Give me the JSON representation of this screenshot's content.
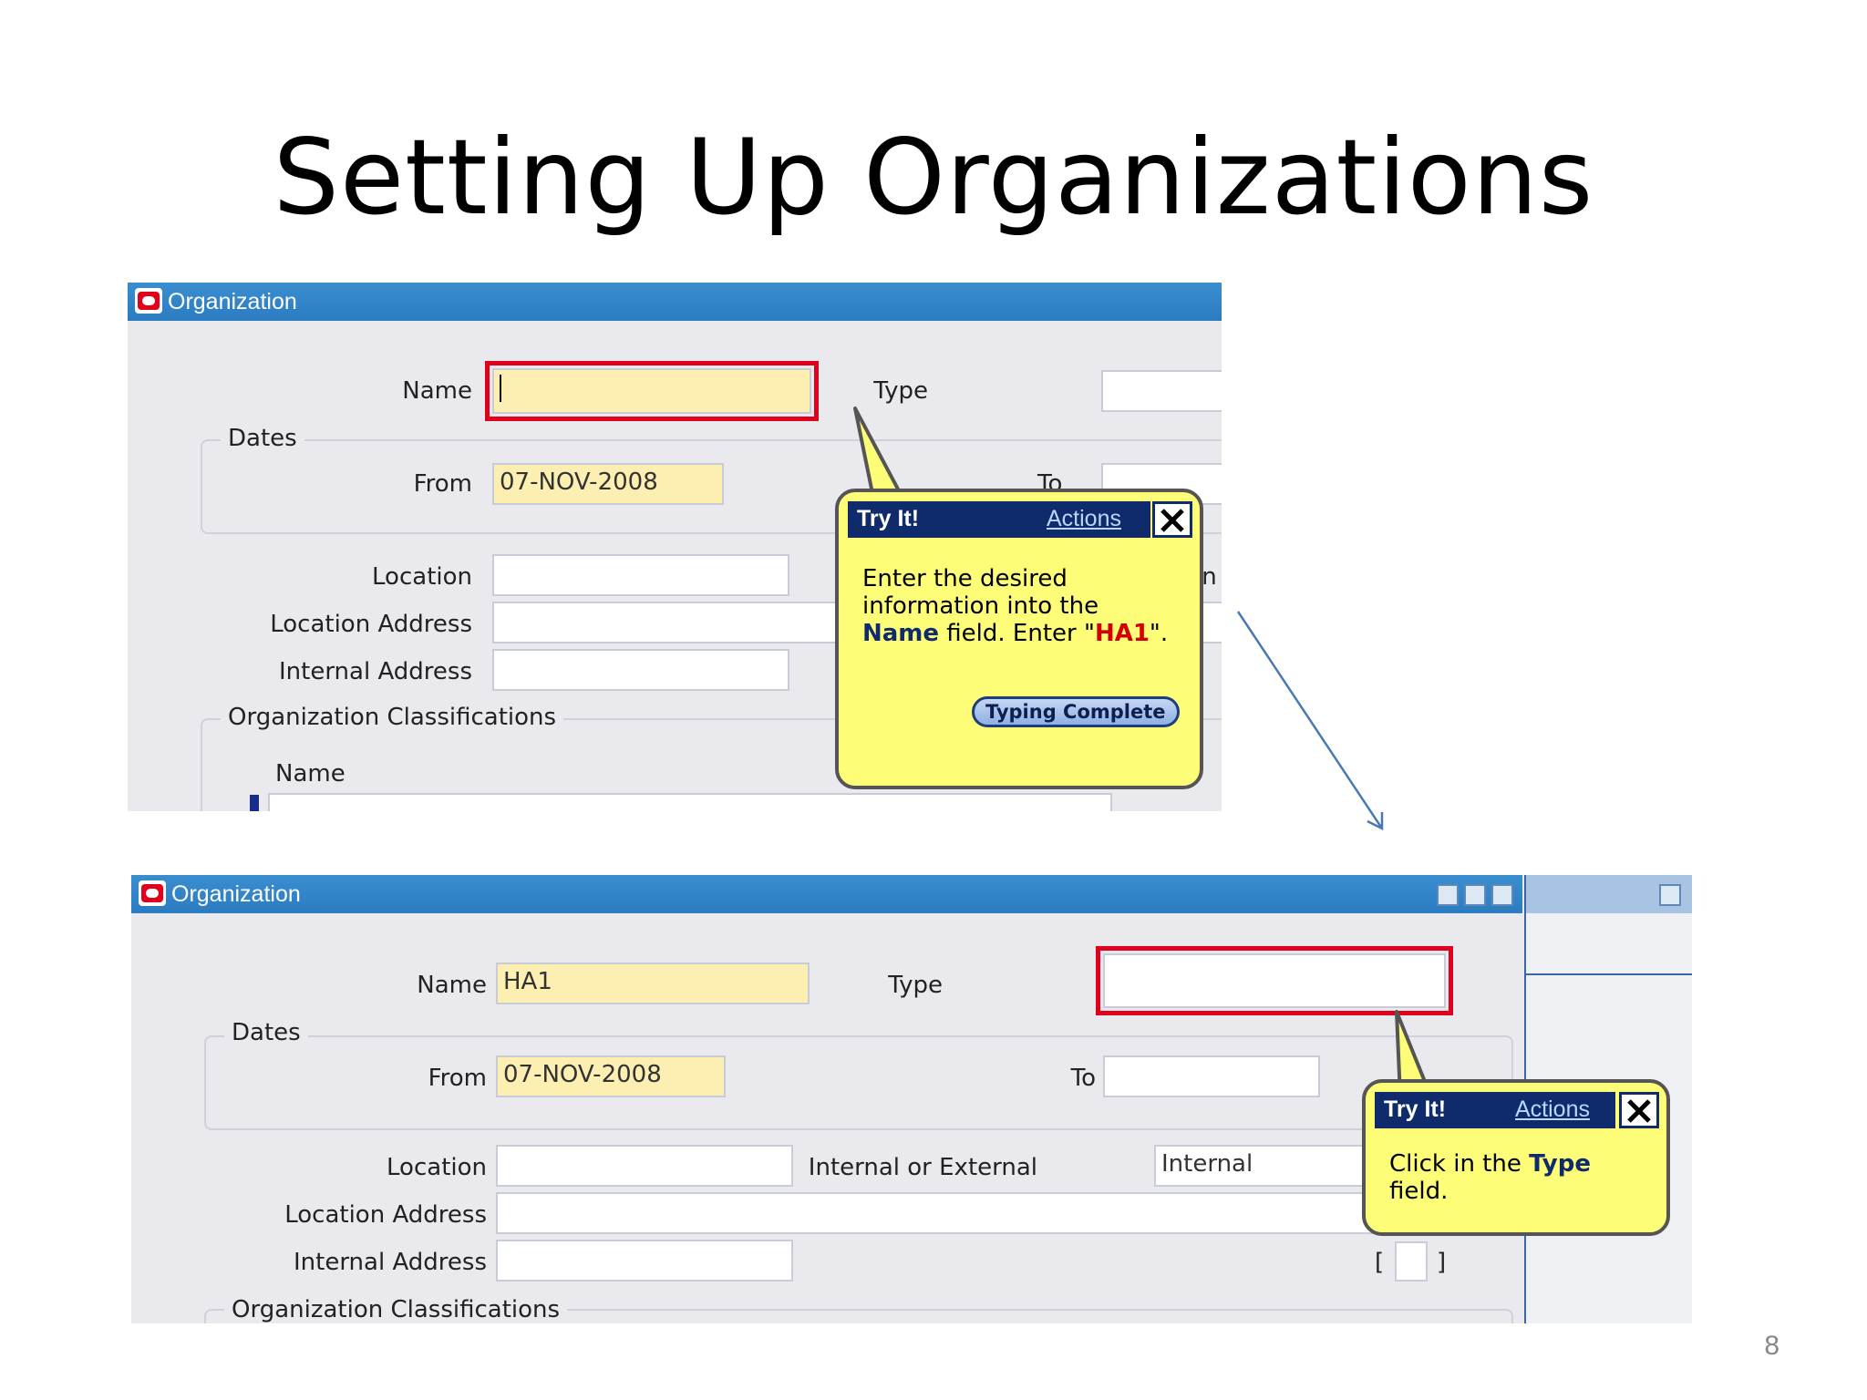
{
  "slide": {
    "title": "Setting Up Organizations",
    "page_number": "8"
  },
  "top_form": {
    "window_title": "Organization",
    "labels": {
      "name": "Name",
      "type": "Type",
      "dates": "Dates",
      "from": "From",
      "to": "To",
      "location": "Location",
      "location_address": "Location Address",
      "internal_address": "Internal Address",
      "org_classifications": "Organization Classifications",
      "class_name": "Name",
      "partial_right": "rn"
    },
    "values": {
      "name": "",
      "from": "07-NOV-2008"
    }
  },
  "top_bubble": {
    "header": "Try It!",
    "actions": "Actions",
    "line1": "Enter the desired",
    "line2": "information into the",
    "kw_name": "Name",
    "mid_text": " field. Enter \"",
    "value_text": "HA1",
    "end_text": "\".",
    "button": "Typing Complete"
  },
  "bottom_form": {
    "window_title": "Organization",
    "labels": {
      "name": "Name",
      "type": "Type",
      "dates": "Dates",
      "from": "From",
      "to": "To",
      "location": "Location",
      "internal_or_external": "Internal or External",
      "location_address": "Location Address",
      "internal_address": "Internal Address",
      "org_classifications": "Organization Classifications",
      "bracket_open": "[",
      "bracket_close": "]"
    },
    "values": {
      "name": "HA1",
      "from": "07-NOV-2008",
      "internal_or_external": "Internal"
    }
  },
  "bottom_bubble": {
    "header": "Try It!",
    "actions": "Actions",
    "text_prefix": "Click in the ",
    "kw_type": "Type",
    "text_suffix": "field."
  },
  "colors": {
    "title_bar": "#2b7bc0",
    "required_field": "#fdeeb1",
    "highlight": "#e0001b",
    "bubble": "#fdfd78",
    "bubble_header": "#0f2b6b",
    "arrow": "#4a78b4"
  }
}
